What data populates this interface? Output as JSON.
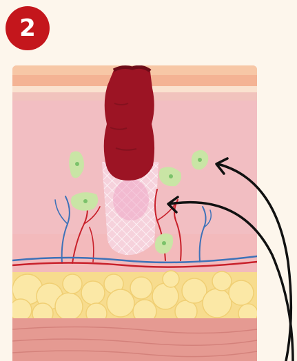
{
  "step": {
    "number": "2"
  },
  "colors": {
    "background": "#fdf6ec",
    "badge": "#c4161c",
    "epidermis": "#f5b597",
    "dermis": "#f2bec2",
    "clot": "#9c1424",
    "mesh": "#f6d2dc",
    "artery": "#c8202a",
    "vein": "#3e72b8",
    "cell": "#c9e5a5",
    "cell_nucleus": "#7bc26a",
    "fat": "#fbe8a6",
    "muscle": "#e59a92",
    "arrow": "#111111"
  },
  "icons": [
    "fibroblast-cell",
    "blood-clot",
    "fibrin-mesh",
    "blood-vessel",
    "fat-cell",
    "arrow"
  ]
}
